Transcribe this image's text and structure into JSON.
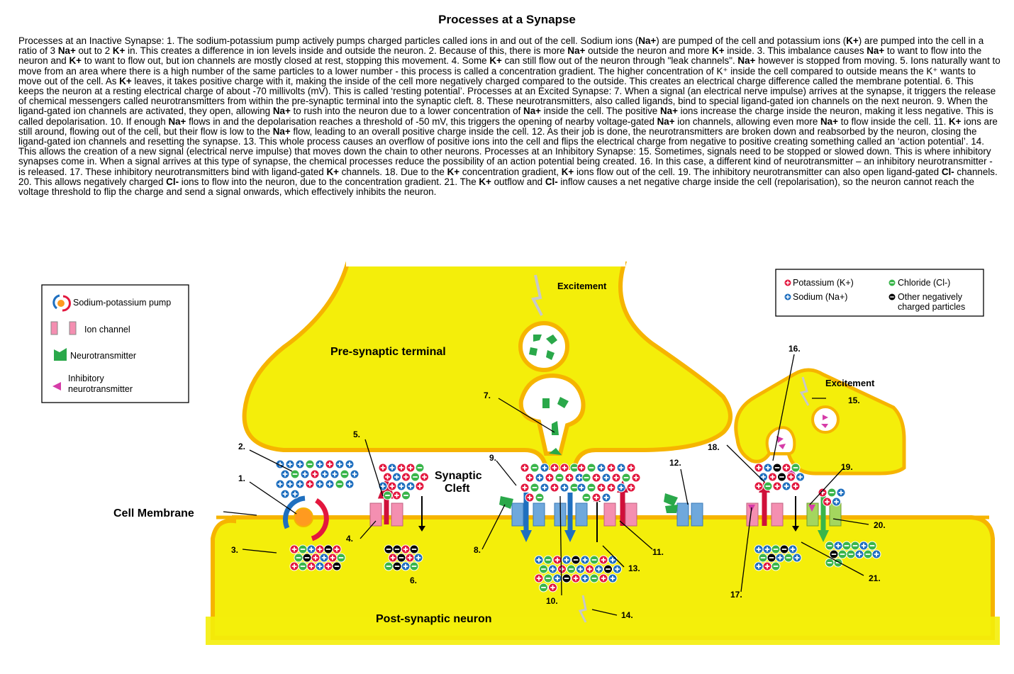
{
  "title": "Processes at a Synapse",
  "paragraph": [
    {
      "t": "Processes at an Inactive Synapse: 1. The sodium-potassium pump actively pumps charged  particles called ions in and out of the cell. Sodium ions ("
    },
    {
      "t": "Na+",
      "b": true
    },
    {
      "t": ") are pumped of the cell and potassium ions ("
    },
    {
      "t": "K+",
      "b": true
    },
    {
      "t": ") are pumped into the cell in a ratio of 3 "
    },
    {
      "t": "Na+",
      "b": true
    },
    {
      "t": " out to 2 "
    },
    {
      "t": "K+",
      "b": true
    },
    {
      "t": " in. This creates a difference in ion levels inside and outside the neuron. 2. Because of this, there is more "
    },
    {
      "t": "Na+",
      "b": true
    },
    {
      "t": " outside the neuron and more "
    },
    {
      "t": "K+",
      "b": true
    },
    {
      "t": " inside. 3. This imbalance causes "
    },
    {
      "t": "Na+",
      "b": true
    },
    {
      "t": " to want to flow into the neuron and "
    },
    {
      "t": "K+",
      "b": true
    },
    {
      "t": " to want to flow out, but ion channels are mostly closed at rest, stopping this movement. 4. Some "
    },
    {
      "t": "K+",
      "b": true
    },
    {
      "t": " can still flow out of the neuron through \"leak channels\". "
    },
    {
      "t": "Na+",
      "b": true
    },
    {
      "t": " however is stopped from moving. 5. Ions naturally want to move from an area where there is a high number of the same particles to a lower number - this process is called a concentration gradient. The higher concentration of K⁺ inside the cell compared to outside means the  K⁺ wants to move out of the cell.  As "
    },
    {
      "t": "K+",
      "b": true
    },
    {
      "t": " leaves, it takes positive charge with it, making the inside of the cell more negatively charged compared to the outside. This creates an electrical charge difference called the membrane potential. 6. This keeps the neuron at a resting electrical charge of about -70 millivolts (mV). This is called ‘resting potential’. Processes at an Excited Synapse: 7. When a signal (an electrical nerve impulse) arrives at the synapse, it triggers the release of chemical messengers called neurotransmitters from within the pre-synaptic terminal into the synaptic cleft. 8. These neurotransmitters, also called ligands, bind to special ligand-gated ion channels on the next neuron. 9. When the ligand-gated ion channels are activated, they open, allowing "
    },
    {
      "t": "Na+",
      "b": true
    },
    {
      "t": " to rush into the neuron due to a lower concentration of "
    },
    {
      "t": "Na+",
      "b": true
    },
    {
      "t": " inside the cell. The positive "
    },
    {
      "t": "Na+",
      "b": true
    },
    {
      "t": " ions increase the charge inside the neuron, making it less negative. This is called depolarisation. 10. If enough "
    },
    {
      "t": "Na+",
      "b": true
    },
    {
      "t": " flows in and the depolarisation reaches a threshold of -50 mV, this triggers the opening of nearby voltage-gated "
    },
    {
      "t": "Na+",
      "b": true
    },
    {
      "t": " ion channels, allowing even more "
    },
    {
      "t": "Na+",
      "b": true
    },
    {
      "t": " to flow inside the cell. 11. "
    },
    {
      "t": "K+",
      "b": true
    },
    {
      "t": " ions are still around, flowing out of the cell, but their flow is low to the "
    },
    {
      "t": "Na+",
      "b": true
    },
    {
      "t": " flow, leading to an overall positive charge inside the cell. 12. As their job is done, the neurotransmitters are broken down and reabsorbed by the neuron, closing the ligand-gated ion channels and resetting the synapse. 13. This whole process causes an overflow of positive ions into the cell and flips the electrical charge from negative to positive creating something called an ‘action potential’. 14. This allows the creation of a new signal (electrical nerve impulse) that moves down the chain to other neurons. Processes at an Inhibitory Synapse: 15. Sometimes, signals need to be stopped or slowed down. This is where inhibitory synapses come in. When a signal arrives at this type of synapse, the chemical processes reduce the possibility of an action potential being created.  16. In this case, a different kind of neurotransmitter – an inhibitory neurotransmitter - is released. 17. These inhibitory neurotransmitters bind with ligand-gated "
    },
    {
      "t": "K+",
      "b": true
    },
    {
      "t": " channels. 18. Due to the "
    },
    {
      "t": "K+",
      "b": true
    },
    {
      "t": " concentration gradient, "
    },
    {
      "t": "K+",
      "b": true
    },
    {
      "t": " ions flow out of the cell. 19. The inhibitory neurotransmitter can also open ligand-gated "
    },
    {
      "t": "Cl-",
      "b": true
    },
    {
      "t": " channels. 20. This allows negatively charged "
    },
    {
      "t": "Cl-",
      "b": true
    },
    {
      "t": " ions to flow into the neuron, due to the concentration gradient.    21. The "
    },
    {
      "t": "K+",
      "b": true
    },
    {
      "t": " outflow and "
    },
    {
      "t": "Cl-",
      "b": true
    },
    {
      "t": " inflow causes a net negative charge inside the cell (repolarisation), so the neuron cannot reach the voltage threshold to flip the charge and send a signal onwards, which effectively inhibits the neuron."
    }
  ],
  "diagram": {
    "presynaptic_label": "Pre-synaptic terminal",
    "postsynaptic_label": "Post-synaptic neuron",
    "cleft_label_1": "Synaptic",
    "cleft_label_2": "Cleft",
    "membrane_label": "Cell Membrane",
    "excitement_1": "Excitement",
    "excitement_2": "Excitement",
    "numbers": [
      "1.",
      "2.",
      "3.",
      "4.",
      "5.",
      "6.",
      "7.",
      "8.",
      "9.",
      "10.",
      "11.",
      "12.",
      "13.",
      "14.",
      "15.",
      "16.",
      "17.",
      "18.",
      "19.",
      "20.",
      "21."
    ]
  },
  "legend_left": {
    "pump": "Sodium-potassium pump",
    "ion_channel": "Ion channel",
    "neurotransmitter": "Neurotransmitter",
    "inhibitory_1": "Inhibitory",
    "inhibitory_2": "neurotransmitter"
  },
  "legend_right": {
    "potassium": "Potassium (K+)",
    "sodium": "Sodium (Na+)",
    "chloride": "Chloride (Cl-)",
    "other_1": "Other negatively",
    "other_2": "charged particles"
  },
  "colors": {
    "cell_fill": "#f4ee0a",
    "cell_border": "#f6b400",
    "potassium": "#e3173e",
    "sodium": "#1f6fbf",
    "chloride": "#39b54a",
    "negative": "#000000",
    "channel": "#f48fb1",
    "channel_blue": "#6fa8dc",
    "channel_green": "#a4d65e",
    "inhibitory": "#d63ca8",
    "neurotransmitter": "#2aa84a"
  }
}
